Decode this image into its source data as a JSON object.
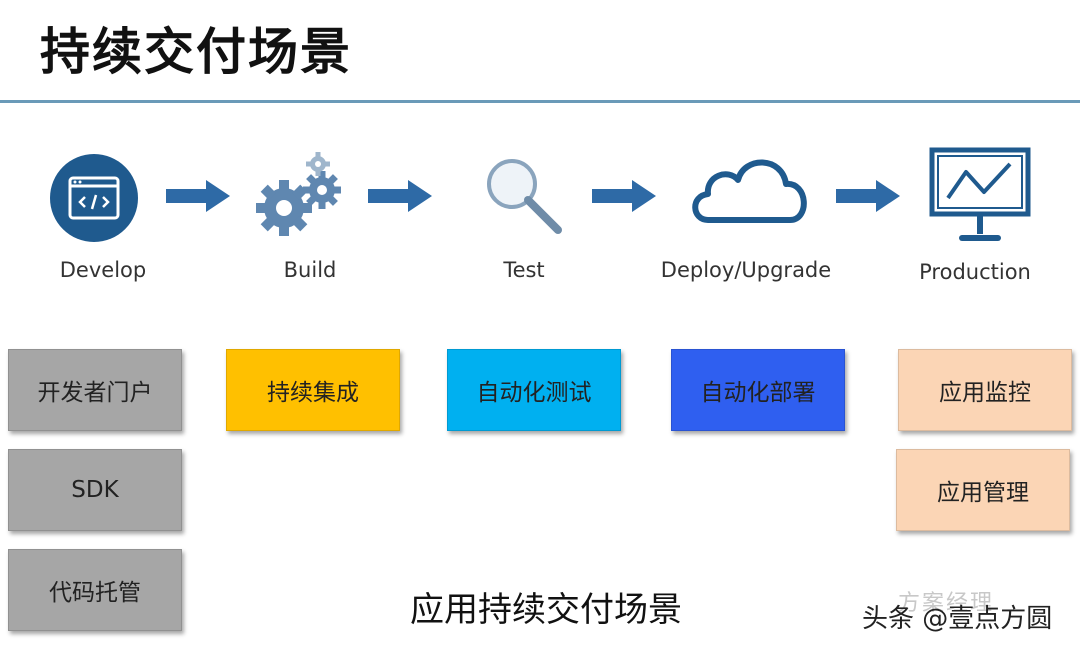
{
  "title": "持续交付场景",
  "stages": [
    {
      "label": "Develop",
      "icon": "code-window-icon"
    },
    {
      "label": "Build",
      "icon": "gears-icon"
    },
    {
      "label": "Test",
      "icon": "magnifier-icon"
    },
    {
      "label": "Deploy/Upgrade",
      "icon": "cloud-icon"
    },
    {
      "label": "Production",
      "icon": "monitor-chart-icon"
    }
  ],
  "develop_boxes": [
    "开发者门户",
    "SDK",
    "代码托管"
  ],
  "build_box": "持续集成",
  "test_box": "自动化测试",
  "deploy_box": "自动化部署",
  "production_boxes": [
    "应用监控",
    "应用管理"
  ],
  "caption": "应用持续交付场景",
  "watermark_faint": "方案经理",
  "watermark": "头条 @壹点方圆",
  "colors": {
    "rule": "#6a9ab8",
    "icon_blue": "#1f5a8e",
    "arrow_blue": "#2e6aa6",
    "gray_box": "#a6a6a6",
    "yellow_box": "#ffc000",
    "cyan_box": "#00b0f0",
    "blue_box": "#2f5ff0",
    "peach_box": "#fbd5b5"
  }
}
